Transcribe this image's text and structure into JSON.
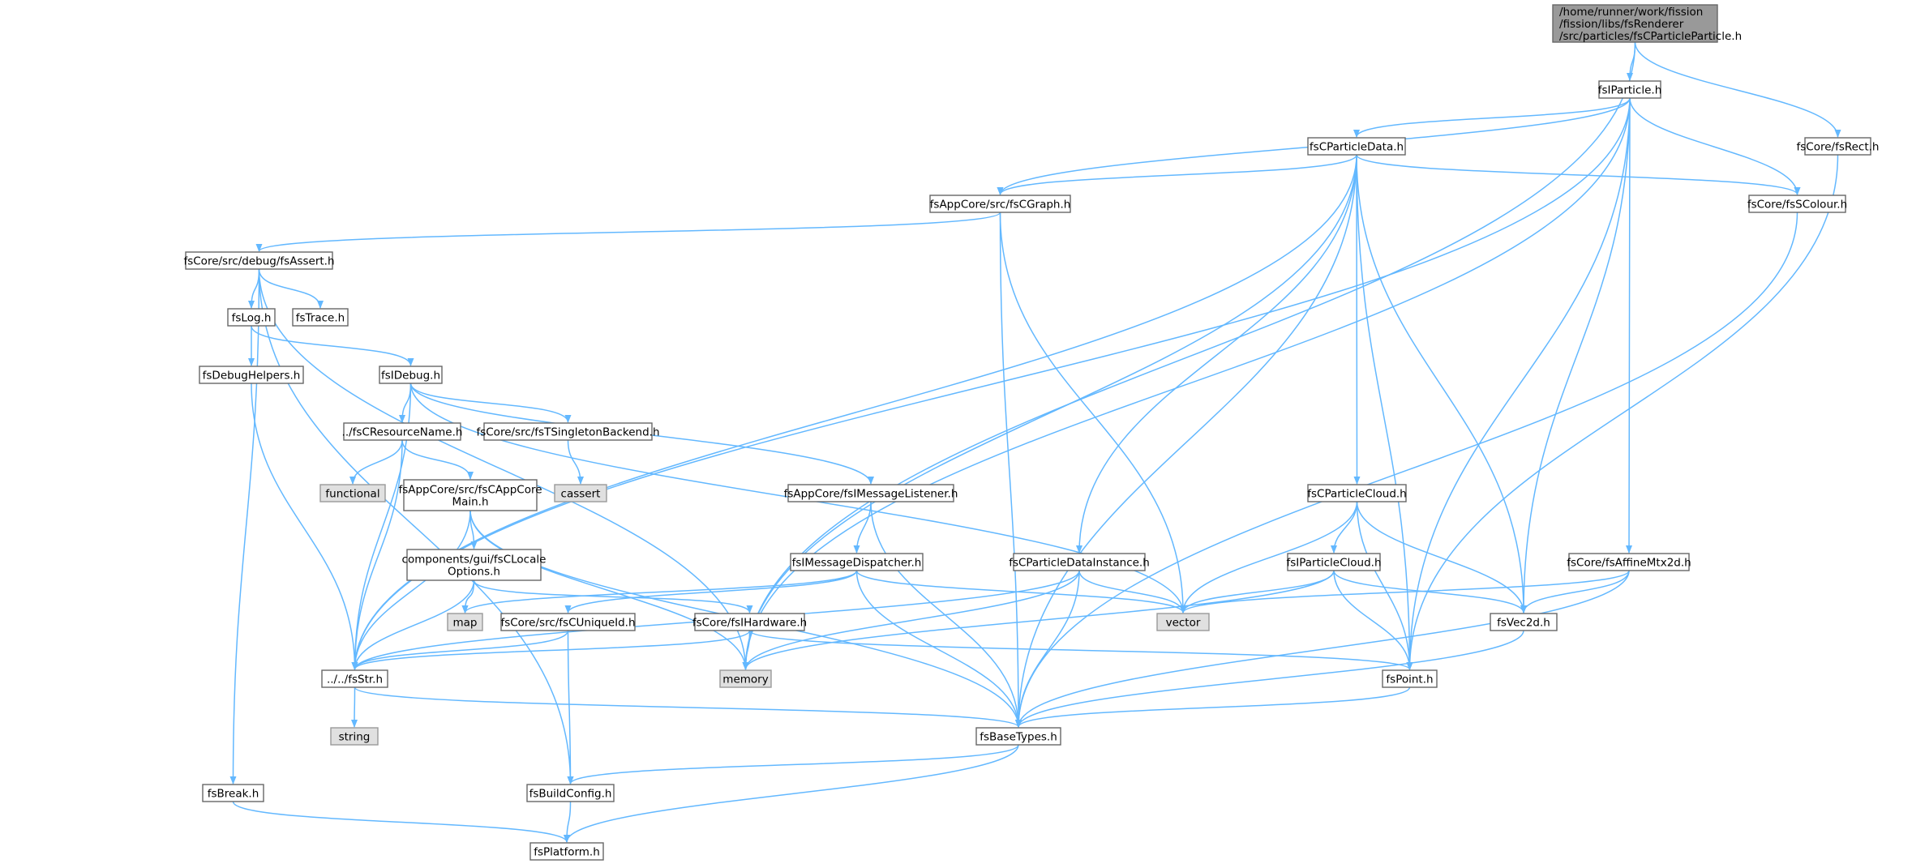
{
  "colors": {
    "edge": "#63b8ff",
    "node_border": "#666666",
    "node_fill": "#ffffff",
    "root_fill": "#999999",
    "system_fill": "#e0e0e0",
    "system_border": "#999999"
  },
  "nodes": [
    {
      "id": "root",
      "label": "/home/runner/work/fission\n/fission/libs/fsRenderer\n/src/particles/fsCParticleParticle.h",
      "kind": "root"
    },
    {
      "id": "fsIParticle",
      "label": "fsIParticle.h",
      "kind": "file"
    },
    {
      "id": "fsRect",
      "label": "fsCore/fsRect.h",
      "kind": "file"
    },
    {
      "id": "fsCParticleData",
      "label": "fsCParticleData.h",
      "kind": "file"
    },
    {
      "id": "fsCGraph",
      "label": "fsAppCore/src/fsCGraph.h",
      "kind": "file"
    },
    {
      "id": "fsSColour",
      "label": "fsCore/fsSColour.h",
      "kind": "file"
    },
    {
      "id": "fsAssert",
      "label": "fsCore/src/debug/fsAssert.h",
      "kind": "file"
    },
    {
      "id": "fsLog",
      "label": "fsLog.h",
      "kind": "file"
    },
    {
      "id": "fsTrace",
      "label": "fsTrace.h",
      "kind": "file"
    },
    {
      "id": "fsDebugHelpers",
      "label": "fsDebugHelpers.h",
      "kind": "file"
    },
    {
      "id": "fsIDebug",
      "label": "fsIDebug.h",
      "kind": "file"
    },
    {
      "id": "fsCResourceName",
      "label": "../fsCResourceName.h",
      "kind": "file"
    },
    {
      "id": "fsTSingletonBackend",
      "label": "fsCore/src/fsTSingletonBackend.h",
      "kind": "file"
    },
    {
      "id": "functional",
      "label": "functional",
      "kind": "system"
    },
    {
      "id": "fsCAppCoreMain",
      "label": "fsAppCore/src/fsCAppCore\nMain.h",
      "kind": "file"
    },
    {
      "id": "cassert",
      "label": "cassert",
      "kind": "system"
    },
    {
      "id": "fsIMessageListener",
      "label": "fsAppCore/fsIMessageListener.h",
      "kind": "file"
    },
    {
      "id": "fsCLocaleOptions",
      "label": "components/gui/fsCLocale\nOptions.h",
      "kind": "file"
    },
    {
      "id": "fsIMessageDispatcher",
      "label": "fsIMessageDispatcher.h",
      "kind": "file"
    },
    {
      "id": "fsCParticleDataInstance",
      "label": "fsCParticleDataInstance.h",
      "kind": "file"
    },
    {
      "id": "fsCParticleCloud",
      "label": "fsCParticleCloud.h",
      "kind": "file"
    },
    {
      "id": "fsIParticleCloud",
      "label": "fsIParticleCloud.h",
      "kind": "file"
    },
    {
      "id": "fsAffineMtx2d",
      "label": "fsCore/fsAffineMtx2d.h",
      "kind": "file"
    },
    {
      "id": "map",
      "label": "map",
      "kind": "system"
    },
    {
      "id": "fsCUniqueId",
      "label": "fsCore/src/fsCUniqueId.h",
      "kind": "file"
    },
    {
      "id": "fsIHardware",
      "label": "fsCore/fsIHardware.h",
      "kind": "file"
    },
    {
      "id": "vector",
      "label": "vector",
      "kind": "system"
    },
    {
      "id": "fsVec2d",
      "label": "fsVec2d.h",
      "kind": "file"
    },
    {
      "id": "fsStr",
      "label": "../../fsStr.h",
      "kind": "file"
    },
    {
      "id": "memory",
      "label": "memory",
      "kind": "system"
    },
    {
      "id": "fsPoint",
      "label": "fsPoint.h",
      "kind": "file"
    },
    {
      "id": "string",
      "label": "string",
      "kind": "system"
    },
    {
      "id": "fsBaseTypes",
      "label": "fsBaseTypes.h",
      "kind": "file"
    },
    {
      "id": "fsBreak",
      "label": "fsBreak.h",
      "kind": "file"
    },
    {
      "id": "fsBuildConfig",
      "label": "fsBuildConfig.h",
      "kind": "file"
    },
    {
      "id": "fsPlatform",
      "label": "fsPlatform.h",
      "kind": "file"
    }
  ],
  "edges": [
    [
      "root",
      "fsIParticle"
    ],
    [
      "root",
      "fsRect"
    ],
    [
      "root",
      "memory"
    ],
    [
      "fsIParticle",
      "fsCParticleData"
    ],
    [
      "fsIParticle",
      "fsCGraph"
    ],
    [
      "fsIParticle",
      "fsSColour"
    ],
    [
      "fsIParticle",
      "fsAffineMtx2d"
    ],
    [
      "fsIParticle",
      "fsVec2d"
    ],
    [
      "fsIParticle",
      "fsPoint"
    ],
    [
      "fsIParticle",
      "fsStr"
    ],
    [
      "fsIParticle",
      "memory"
    ],
    [
      "fsRect",
      "fsPoint"
    ],
    [
      "fsCParticleData",
      "fsCGraph"
    ],
    [
      "fsCParticleData",
      "fsSColour"
    ],
    [
      "fsCParticleData",
      "fsCParticleCloud"
    ],
    [
      "fsCParticleData",
      "fsCParticleDataInstance"
    ],
    [
      "fsCParticleData",
      "fsVec2d"
    ],
    [
      "fsCParticleData",
      "fsPoint"
    ],
    [
      "fsCParticleData",
      "fsStr"
    ],
    [
      "fsCParticleData",
      "memory"
    ],
    [
      "fsCParticleData",
      "fsBaseTypes"
    ],
    [
      "fsCGraph",
      "fsAssert"
    ],
    [
      "fsCGraph",
      "fsBaseTypes"
    ],
    [
      "fsCGraph",
      "vector"
    ],
    [
      "fsSColour",
      "fsBaseTypes"
    ],
    [
      "fsAssert",
      "fsLog"
    ],
    [
      "fsAssert",
      "fsTrace"
    ],
    [
      "fsAssert",
      "fsBreak"
    ],
    [
      "fsAssert",
      "fsBuildConfig"
    ],
    [
      "fsAssert",
      "memory"
    ],
    [
      "fsLog",
      "fsDebugHelpers"
    ],
    [
      "fsLog",
      "fsIDebug"
    ],
    [
      "fsDebugHelpers",
      "fsStr"
    ],
    [
      "fsIDebug",
      "fsCResourceName"
    ],
    [
      "fsIDebug",
      "fsTSingletonBackend"
    ],
    [
      "fsIDebug",
      "fsIMessageListener"
    ],
    [
      "fsIDebug",
      "fsStr"
    ],
    [
      "fsIDebug",
      "vector"
    ],
    [
      "fsCResourceName",
      "functional"
    ],
    [
      "fsCResourceName",
      "fsCAppCoreMain"
    ],
    [
      "fsCResourceName",
      "fsStr"
    ],
    [
      "fsTSingletonBackend",
      "cassert"
    ],
    [
      "fsCAppCoreMain",
      "fsCLocaleOptions"
    ],
    [
      "fsCAppCoreMain",
      "fsStr"
    ],
    [
      "fsCAppCoreMain",
      "memory"
    ],
    [
      "fsCAppCoreMain",
      "fsBaseTypes"
    ],
    [
      "fsCLocaleOptions",
      "map"
    ],
    [
      "fsCLocaleOptions",
      "fsIHardware"
    ],
    [
      "fsCLocaleOptions",
      "fsStr"
    ],
    [
      "fsIMessageListener",
      "fsIMessageDispatcher"
    ],
    [
      "fsIMessageListener",
      "fsBaseTypes"
    ],
    [
      "fsIMessageDispatcher",
      "map"
    ],
    [
      "fsIMessageDispatcher",
      "fsCUniqueId"
    ],
    [
      "fsIMessageDispatcher",
      "vector"
    ],
    [
      "fsIMessageDispatcher",
      "fsBaseTypes"
    ],
    [
      "fsCUniqueId",
      "fsStr"
    ],
    [
      "fsCUniqueId",
      "fsBuildConfig"
    ],
    [
      "fsIHardware",
      "memory"
    ],
    [
      "fsIHardware",
      "fsPoint"
    ],
    [
      "fsIHardware",
      "fsStr"
    ],
    [
      "fsCParticleDataInstance",
      "vector"
    ],
    [
      "fsCParticleDataInstance",
      "memory"
    ],
    [
      "fsCParticleDataInstance",
      "fsStr"
    ],
    [
      "fsCParticleDataInstance",
      "fsBaseTypes"
    ],
    [
      "fsCParticleCloud",
      "fsIParticleCloud"
    ],
    [
      "fsCParticleCloud",
      "vector"
    ],
    [
      "fsCParticleCloud",
      "fsVec2d"
    ],
    [
      "fsCParticleCloud",
      "fsPoint"
    ],
    [
      "fsIParticleCloud",
      "vector"
    ],
    [
      "fsIParticleCloud",
      "fsVec2d"
    ],
    [
      "fsIParticleCloud",
      "fsPoint"
    ],
    [
      "fsIParticleCloud",
      "memory"
    ],
    [
      "fsAffineMtx2d",
      "vector"
    ],
    [
      "fsAffineMtx2d",
      "fsVec2d"
    ],
    [
      "fsAffineMtx2d",
      "fsBaseTypes"
    ],
    [
      "fsVec2d",
      "fsBaseTypes"
    ],
    [
      "fsPoint",
      "fsBaseTypes"
    ],
    [
      "fsStr",
      "string"
    ],
    [
      "fsStr",
      "fsBaseTypes"
    ],
    [
      "fsBaseTypes",
      "fsBuildConfig"
    ],
    [
      "fsBaseTypes",
      "fsPlatform"
    ],
    [
      "fsBuildConfig",
      "fsPlatform"
    ],
    [
      "fsBreak",
      "fsPlatform"
    ]
  ]
}
